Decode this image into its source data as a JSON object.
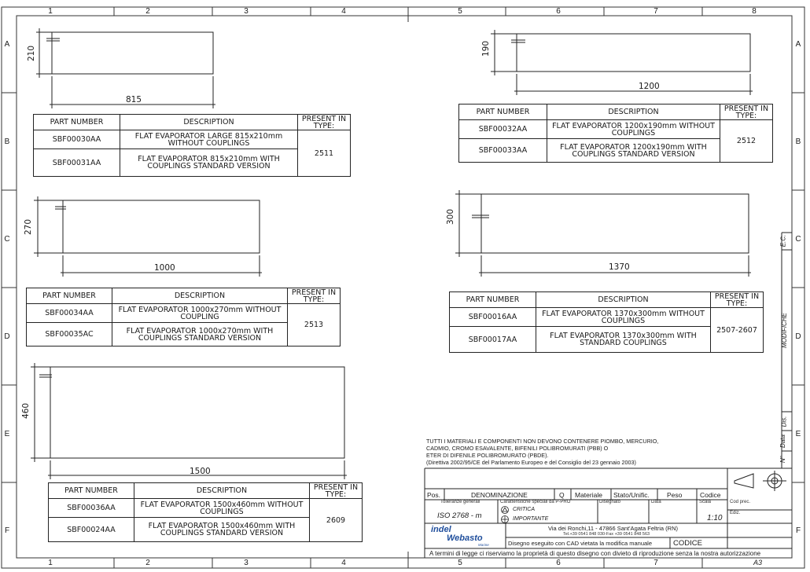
{
  "grid": {
    "columns": [
      "1",
      "2",
      "3",
      "4",
      "5",
      "6",
      "7",
      "8"
    ],
    "rows": [
      "A",
      "B",
      "C",
      "D",
      "E",
      "F"
    ]
  },
  "parts": [
    {
      "width_dim": "815",
      "height_dim": "210",
      "header": {
        "part": "PART NUMBER",
        "desc": "DESCRIPTION",
        "present": "PRESENT IN TYPE:"
      },
      "rows": [
        {
          "part": "SBF00030AA",
          "desc": "FLAT EVAPORATOR LARGE 815x210mm WITHOUT COUPLINGS"
        },
        {
          "part": "SBF00031AA",
          "desc": "FLAT EVAPORATOR 815x210mm WITH COUPLINGS STANDARD VERSION"
        }
      ],
      "type": "2511"
    },
    {
      "width_dim": "1000",
      "height_dim": "270",
      "header": {
        "part": "PART NUMBER",
        "desc": "DESCRIPTION",
        "present": "PRESENT IN TYPE:"
      },
      "rows": [
        {
          "part": "SBF00034AA",
          "desc": "FLAT EVAPORATOR 1000x270mm WITHOUT COUPLING"
        },
        {
          "part": "SBF00035AC",
          "desc": "FLAT EVAPORATOR 1000x270mm WITH COUPLINGS STANDARD VERSION"
        }
      ],
      "type": "2513"
    },
    {
      "width_dim": "1500",
      "height_dim": "460",
      "header": {
        "part": "PART NUMBER",
        "desc": "DESCRIPTION",
        "present": "PRESENT IN TYPE:"
      },
      "rows": [
        {
          "part": "SBF00036AA",
          "desc": "FLAT EVAPORATOR 1500x460mm WITHOUT COUPLINGS"
        },
        {
          "part": "SBF00024AA",
          "desc": "FLAT EVAPORATOR 1500x460mm WITH COUPLINGS STANDARD VERSION"
        }
      ],
      "type": "2609"
    },
    {
      "width_dim": "1200",
      "height_dim": "190",
      "header": {
        "part": "PART NUMBER",
        "desc": "DESCRIPTION",
        "present": "PRESENT IN TYPE:"
      },
      "rows": [
        {
          "part": "SBF00032AA",
          "desc": "FLAT EVAPORATOR 1200x190mm WITHOUT COUPLINGS"
        },
        {
          "part": "SBF00033AA",
          "desc": "FLAT EVAPORATOR 1200x190mm WITH COUPLINGS STANDARD VERSION"
        }
      ],
      "type": "2512"
    },
    {
      "width_dim": "1370",
      "height_dim": "300",
      "header": {
        "part": "PART NUMBER",
        "desc": "DESCRIPTION",
        "present": "PRESENT IN TYPE:"
      },
      "rows": [
        {
          "part": "SBF00016AA",
          "desc": "FLAT EVAPORATOR 1370x300mm WITHOUT COUPLINGS"
        },
        {
          "part": "SBF00017AA",
          "desc": "FLAT EVAPORATOR 1370x300mm WITH STANDARD COUPLINGS"
        }
      ],
      "type": "2507-2607"
    }
  ],
  "notes": {
    "lines": [
      "TUTTI I MATERIALI E COMPONENTI NON DEVONO CONTENERE PIOMBO, MERCURIO,",
      "CADMIO, CROMO ESAVALENTE, BIFENILI POLIBROMURATI (PBB) O",
      "ETER DI DIFENILE POLIBROMURATO (PBDE).",
      "(Direttiva 2002/95/CE del Parlamento Europeo e del Consiglio del 23 gennaio 2003)"
    ]
  },
  "title_block": {
    "pos": "Pos.",
    "denominazione": "DENOMINAZIONE",
    "q": "Q",
    "materiale": "Materiale",
    "stato": "Stato/Unific.",
    "peso": "Peso",
    "codice_col": "Codice",
    "tolleranze": "Tolleranze generali",
    "caratteristiche": "Caratteristiche speciali da P-PRO",
    "disegnato": "Disegnato",
    "data": "Data",
    "scala_label": "Scala",
    "cod_prec": "Cod prec.",
    "ediz": "Ediz.",
    "iso": "ISO 2768 - m",
    "critica": "CRITICA",
    "importante": "IMPORTANTE",
    "scala": "1:10",
    "address": "Via dei Ronchi,11 - 47866 Sant'Agata Feltria (RN)",
    "tel": "Tel.+39 0541 848 030-Fax +39 0541 848 563",
    "cad_note": "Disegno eseguito con CAD vietata la modifica manuale",
    "codice": "CODICE",
    "legal": "A termini di legge ci riserviamo la proprietà di questo disegno con divieto di riproduzione senza la nostra autorizzazione",
    "format": "A3",
    "logo_indel": "indel",
    "logo_webasto": "Webasto",
    "logo_sub": "Marine"
  },
  "revision_box": {
    "ec": "E.C.",
    "modifiche": "MODIFICHE",
    "dis": "Dis.",
    "data": "Data",
    "num": "N°"
  },
  "colors": {
    "line": "#222222",
    "logo_blue": "#1f4e9c"
  }
}
